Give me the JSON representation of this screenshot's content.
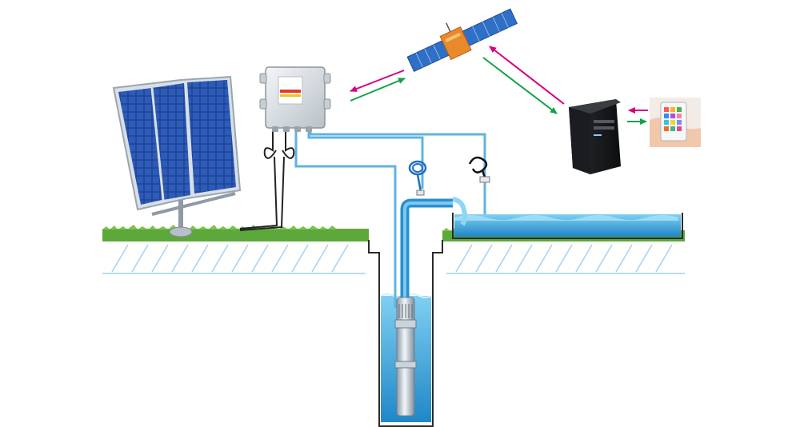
{
  "diagram": {
    "components": [
      {
        "id": "solar-panel-array",
        "kind": "solar-panel"
      },
      {
        "id": "pump-controller",
        "kind": "controller-box"
      },
      {
        "id": "satellite",
        "kind": "satellite"
      },
      {
        "id": "server-tower",
        "kind": "computer-server"
      },
      {
        "id": "smartphone-app",
        "kind": "mobile-phone"
      },
      {
        "id": "submersible-pump",
        "kind": "pump"
      },
      {
        "id": "borehole",
        "kind": "well"
      },
      {
        "id": "water-tank",
        "kind": "reservoir"
      },
      {
        "id": "well-level-sensor",
        "kind": "water-level-probe"
      },
      {
        "id": "tank-level-sensor",
        "kind": "float-switch"
      }
    ],
    "links": [
      {
        "from": "pump-controller",
        "to": "satellite",
        "kind": "wireless-uplink",
        "color": "#d6007e"
      },
      {
        "from": "satellite",
        "to": "pump-controller",
        "kind": "wireless-downlink",
        "color": "#12a14a"
      },
      {
        "from": "satellite",
        "to": "server-tower",
        "kind": "wireless-downlink",
        "color": "#12a14a"
      },
      {
        "from": "server-tower",
        "to": "satellite",
        "kind": "wireless-uplink",
        "color": "#d6007e"
      },
      {
        "from": "smartphone-app",
        "to": "server-tower",
        "kind": "wireless-uplink",
        "color": "#d6007e"
      },
      {
        "from": "server-tower",
        "to": "smartphone-app",
        "kind": "wireless-downlink",
        "color": "#12a14a"
      },
      {
        "from": "solar-panel-array",
        "to": "pump-controller",
        "kind": "power-cable",
        "color": "#222222"
      },
      {
        "from": "pump-controller",
        "to": "submersible-pump",
        "kind": "pump-cable",
        "color": "#5fb3e0"
      },
      {
        "from": "pump-controller",
        "to": "well-level-sensor",
        "kind": "sensor-cable",
        "color": "#5fb3e0"
      },
      {
        "from": "pump-controller",
        "to": "tank-level-sensor",
        "kind": "sensor-cable",
        "color": "#5fb3e0"
      },
      {
        "from": "submersible-pump",
        "to": "water-tank",
        "kind": "water-pipe",
        "color": "#2a8fd0"
      }
    ],
    "colors": {
      "uplink": "#d6007e",
      "downlink": "#12a14a",
      "cable": "#5fb3e0",
      "water": "#2a8fd0",
      "grass": "#5da83a",
      "hatch": "#9fd0ef",
      "satellite_body": "#e8892b"
    }
  }
}
